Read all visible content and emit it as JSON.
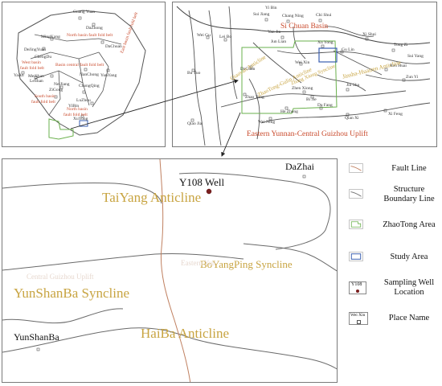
{
  "panel_a": {
    "labels": {
      "guang_yuan": "Guang Yuan",
      "dazhong": "DaZhong",
      "ming_kang": "MingKang",
      "north_basin_belt": "North basin fault fold belt",
      "dejing_yuan": "DeJingYuan",
      "chengdu": "ChengDu",
      "dachuan": "DaChuan",
      "west_basin_belt_1": "West basin",
      "west_basin_belt_2": "fault fold belt",
      "basin_central_belt": "Basin central fault fold belt",
      "ya_an": "YaAn",
      "leshan": "LeShan",
      "meishan": "MeiShan",
      "nanchong": "NanChong",
      "yunyang": "YunYang",
      "east_basin_belt": "East basin fault fold belt",
      "neijiang": "NeiJiang",
      "zigong": "ZiGong",
      "chongqing": "ChongQing",
      "south_basin_belt_1": "South basin",
      "south_basin_belt_2": "fault fold belt",
      "luzhou": "LuZhou",
      "yibin": "YiBin",
      "north_basin_2a": "North basin",
      "north_basin_2b": "fault fold belt",
      "xuyong": "XuYong"
    }
  },
  "panel_b": {
    "labels": {
      "yi_bin": "Yi Bin",
      "sui_jiang": "Sui Jiang",
      "chang_ning": "Chang Ning",
      "chi_shui": "Chi Shui",
      "si_chuan_basin": "Si Chuan Basin",
      "yan_jin": "Yan Jin",
      "xu_yong": "Xu Yong",
      "xi_shui": "Xi Shui",
      "tong_zi": "Tong Zi",
      "jun_lian": "Jun Lian",
      "gu_lin": "Gu Lin",
      "sui_yang": "Sui Yang",
      "wei_gu": "Wei Gu",
      "lei_bo": "Lei Bo",
      "dagu_an": "DaGuan",
      "wei_xin": "Wei Xin",
      "ren_huai": "Ren Huai",
      "bu_tuo": "Bu Tuo",
      "zhao_tong": "Zhao Tong",
      "zhen_xiong": "Zhen Xiong",
      "bi_jie": "Bi Jie",
      "jin_sha": "Jin Sha",
      "zun_yi": "Zun Yi",
      "qiao_jia": "Qiao Jia",
      "he_zhang": "He Zhang",
      "da_fang": "Da Fang",
      "qian_xi": "Qian Xi",
      "xi_feng": "Xi Feng",
      "wei_ning": "Wei Ning",
      "qiaoyan_anticline": "Qiaoyan Anticline",
      "zhaotong_guilin_anticline": "ZhaoTong-Gulin Anticline",
      "jinsha_huairen_anticline": "Jinsha-Huairen Anticline",
      "zhangxiong_syncline": "Zhang Xiong Syncline",
      "uplift": "Eastern Yunnan-Central Guizhou Uplift"
    }
  },
  "panel_c": {
    "well_name": "Y108 Well",
    "dazhai": "DaZhai",
    "taiyang": "TaiYang Anticline",
    "boyangping": "BoYangPing Syncline",
    "yunshanba_syncline": "YunShanBa Syncline",
    "yunshanba": "YunShanBa",
    "haiba": "HaiBa Anticline",
    "faded_1": "Central Guizhou Uplift",
    "faded_2": "Eastern Yun"
  },
  "legend": {
    "items": [
      {
        "label": "Fault Line"
      },
      {
        "label": "Structure Boundary Line"
      },
      {
        "label": "ZhaoTong Area"
      },
      {
        "label": "Study Area"
      },
      {
        "label": "Sampling Well Location"
      },
      {
        "label": "Place Name"
      }
    ],
    "well_symbol_text": "Y108",
    "place_symbol_text": "Wei Xin"
  },
  "colors": {
    "anticline_label": "#c8a441",
    "uplift_label": "#c94a2c",
    "basin_label": "#c94a2c",
    "panel_a_label": "#c94a2c",
    "fault": "#c08060",
    "boundary": "#6a6a6a",
    "zhaotong": "#6ab04c",
    "study": "#3a5fb0",
    "well": "#7a1f1f"
  }
}
